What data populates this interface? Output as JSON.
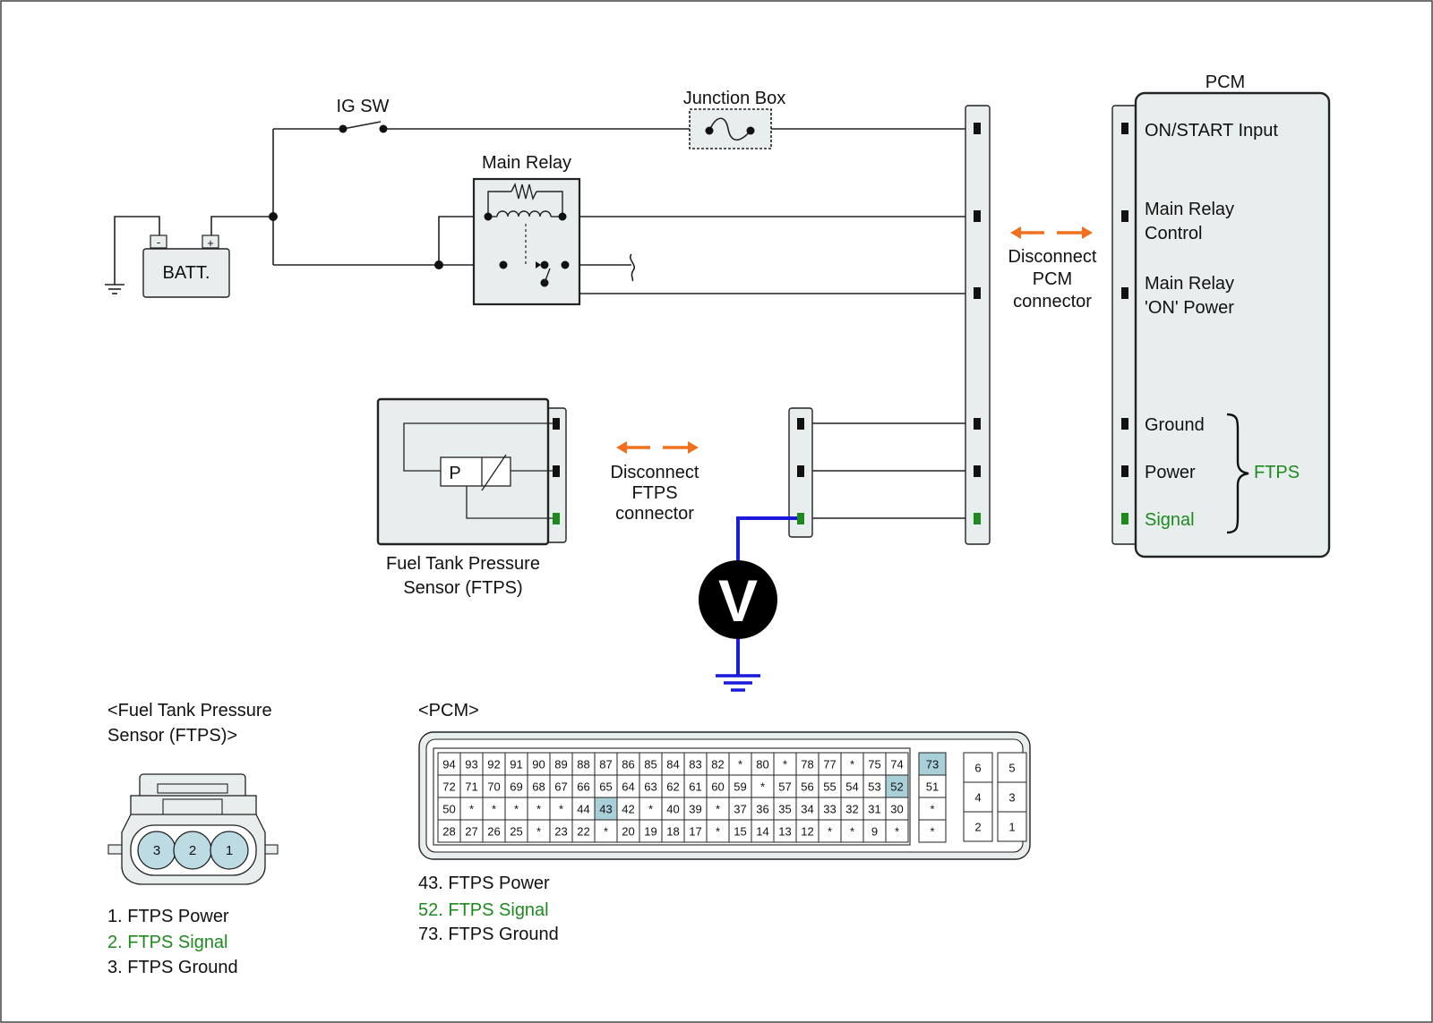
{
  "colors": {
    "wire": "#222222",
    "meter_wire": "#1a1adc",
    "signal": "#1e8a1e",
    "arrow": "#f07020",
    "panel": "#e8eeee",
    "highlight": "#a9d0d8",
    "pin_fill": "#bcdbe2"
  },
  "components": {
    "battery": "BATT.",
    "battery_neg": "-",
    "battery_pos": "+",
    "ig_sw": "IG SW",
    "junction_box": "Junction Box",
    "main_relay": "Main Relay",
    "ftps_name_line1": "Fuel Tank Pressure",
    "ftps_name_line2": "Sensor (FTPS)",
    "ftps_element": "P",
    "voltmeter": "V"
  },
  "pcm": {
    "title": "PCM",
    "on_start": "ON/START Input",
    "relay_control_1": "Main Relay",
    "relay_control_2": "Control",
    "relay_power_1": "Main Relay",
    "relay_power_2": "'ON' Power",
    "ground": "Ground",
    "power": "Power",
    "signal": "Signal",
    "ftps_group": "FTPS"
  },
  "callouts": {
    "disconnect_pcm": [
      "Disconnect",
      "PCM",
      "connector"
    ],
    "disconnect_ftps": [
      "Disconnect",
      "FTPS",
      "connector"
    ]
  },
  "ftps_connector": {
    "title_line1": "<Fuel Tank Pressure",
    "title_line2": "Sensor (FTPS)>",
    "pins": [
      "3",
      "2",
      "1"
    ],
    "legend": [
      "1. FTPS Power",
      "2. FTPS Signal",
      "3. FTPS Ground"
    ]
  },
  "pcm_connector": {
    "title": "<PCM>",
    "rows": [
      [
        "94",
        "93",
        "92",
        "91",
        "90",
        "89",
        "88",
        "87",
        "86",
        "85",
        "84",
        "83",
        "82",
        "*",
        "80",
        "*",
        "78",
        "77",
        "*",
        "75",
        "74"
      ],
      [
        "72",
        "71",
        "70",
        "69",
        "68",
        "67",
        "66",
        "65",
        "64",
        "63",
        "62",
        "61",
        "60",
        "59",
        "*",
        "57",
        "56",
        "55",
        "54",
        "53",
        "52"
      ],
      [
        "50",
        "*",
        "*",
        "*",
        "*",
        "*",
        "44",
        "43",
        "42",
        "*",
        "40",
        "39",
        "*",
        "37",
        "36",
        "35",
        "34",
        "33",
        "32",
        "31",
        "30"
      ],
      [
        "28",
        "27",
        "26",
        "25",
        "*",
        "23",
        "22",
        "*",
        "20",
        "19",
        "18",
        "17",
        "*",
        "15",
        "14",
        "13",
        "12",
        "*",
        "*",
        "9",
        "*"
      ]
    ],
    "extra_col": [
      "73",
      "51",
      "*",
      "*"
    ],
    "right_block": [
      [
        "6",
        "5"
      ],
      [
        "4",
        "3"
      ],
      [
        "2",
        "1"
      ]
    ],
    "highlighted": [
      "43",
      "52",
      "73"
    ],
    "legend": [
      "43. FTPS Power",
      "52. FTPS Signal",
      "73. FTPS Ground"
    ]
  }
}
